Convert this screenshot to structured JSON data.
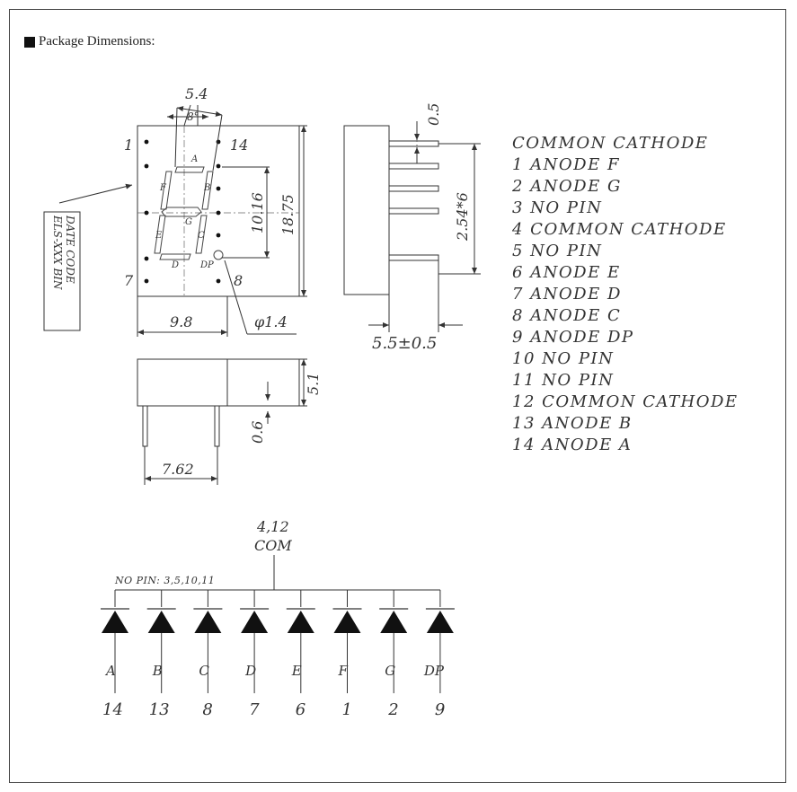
{
  "section_title": "Package Dimensions:",
  "pin_list": {
    "header": "COMMON CATHODE",
    "items": [
      "1 ANODE F",
      "2 ANODE G",
      "3 NO PIN",
      "4 COMMON CATHODE",
      "5 NO PIN",
      "6 ANODE E",
      "7 ANODE D",
      "8 ANODE C",
      "9 ANODE DP",
      "10 NO PIN",
      "11 NO PIN",
      "12 COMMON CATHODE",
      "13 ANODE B",
      "14 ANODE A"
    ]
  },
  "front_view": {
    "dim_top": "5.4",
    "angle": "8°",
    "pin_1": "1",
    "pin_14": "14",
    "pin_7": "7",
    "pin_8": "8",
    "dim_segment_height": "10.16",
    "dim_body_height": "18.75",
    "dim_width": "9.8",
    "dim_dot": "φ1.4",
    "segment_labels": [
      "A",
      "B",
      "C",
      "D",
      "E",
      "F",
      "G",
      "DP"
    ],
    "marking": {
      "line1": "ELS-XXX  BIN",
      "line2": "DATE   CODE"
    }
  },
  "side_view": {
    "dim_pin_width": "0.5",
    "dim_pitch": "2.54*6",
    "dim_depth": "5.5±0.5"
  },
  "bottom_view": {
    "dim_height": "5.1",
    "dim_pin": "0.6",
    "dim_row_spacing": "7.62"
  },
  "schematic": {
    "common_pins": "4,12",
    "common_label": "COM",
    "no_pin_note": "NO PIN: 3,5,10,11",
    "diodes": [
      {
        "segment": "A",
        "pin": "14"
      },
      {
        "segment": "B",
        "pin": "13"
      },
      {
        "segment": "C",
        "pin": "8"
      },
      {
        "segment": "D",
        "pin": "7"
      },
      {
        "segment": "E",
        "pin": "6"
      },
      {
        "segment": "F",
        "pin": "1"
      },
      {
        "segment": "G",
        "pin": "2"
      },
      {
        "segment": "DP",
        "pin": "9"
      }
    ]
  }
}
